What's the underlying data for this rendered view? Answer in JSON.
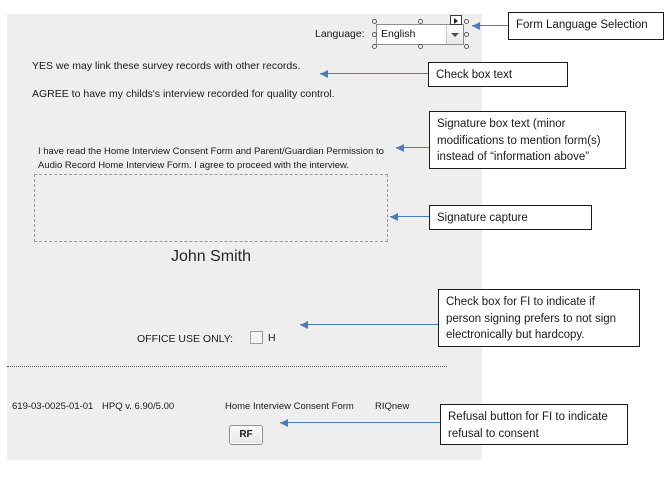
{
  "form": {
    "language": {
      "label": "Language:",
      "selected": "English"
    },
    "consent_lines": [
      "YES we may link these survey records with other records.",
      "AGREE to have my childs's interview recorded for quality control."
    ],
    "signature_statement": "I have read the Home Interview Consent Form and Parent/Guardian Permission to Audio Record Home Interview Form.  I agree to proceed with the interview.",
    "signer_name": "John Smith",
    "office_use": {
      "label": "OFFICE USE ONLY:",
      "code": "H",
      "checked": false
    },
    "footer": {
      "form_number": "619-03-0025-01-01",
      "version": "HPQ v. 6.90/5.00",
      "title": "Home Interview Consent Form",
      "application": "RIQnew"
    },
    "refusal_button_label": "RF"
  },
  "annotations": {
    "language": "Form Language Selection",
    "checkbox_text": "Check box text",
    "signature_text": "Signature box text (minor modifications to mention form(s) instead of “information above”",
    "signature_capture": "Signature capture",
    "office_checkbox": "Check box for FI to indicate if person signing prefers to not sign electronically but hardcopy.",
    "refusal_button": "Refusal button for FI to indicate refusal to consent"
  },
  "colors": {
    "panel_background": "#eeeeee",
    "page_background": "#ffffff",
    "arrow": "#4a7ebb",
    "callout_border": "#1a1a1a",
    "text": "#1a1a1a"
  }
}
